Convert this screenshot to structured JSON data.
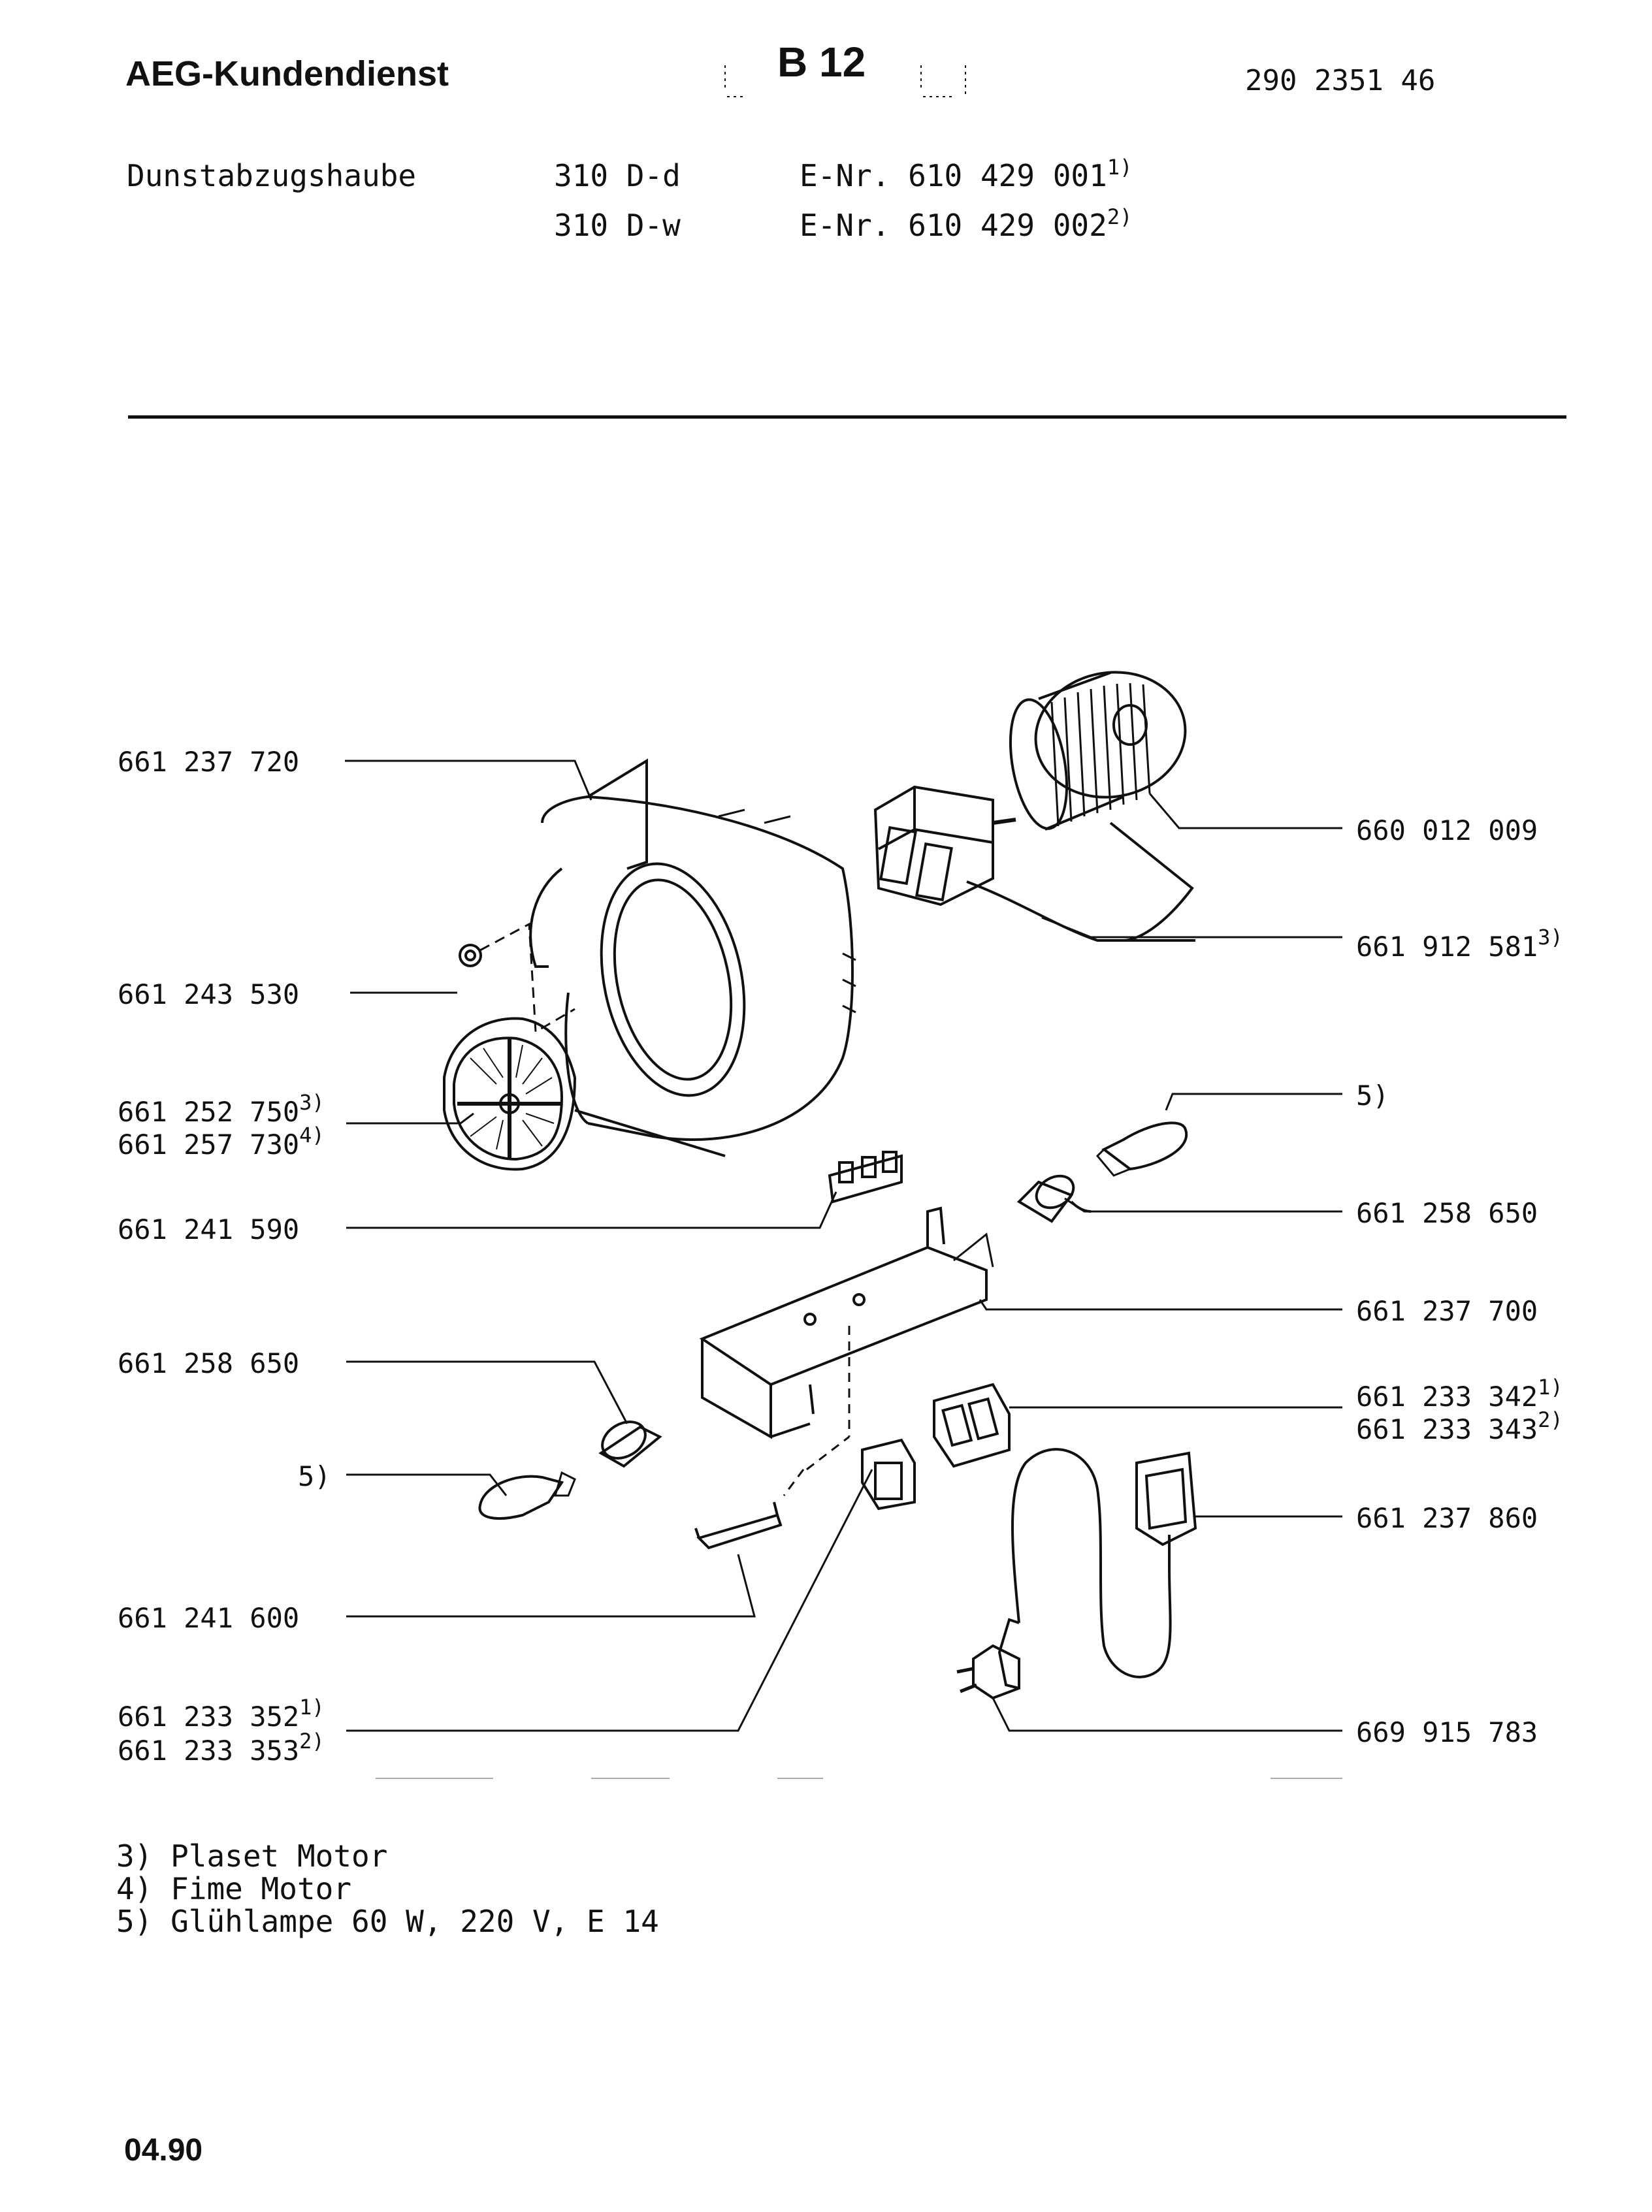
{
  "header": {
    "brand": "AEG-Kundendienst",
    "sheet_code": "B 12",
    "document_number": "290 2351 46"
  },
  "product": {
    "name": "Dunstabzugshaube",
    "variants": [
      {
        "model": "310 D-d",
        "enr": "E-Nr. 610 429 001",
        "note": "1)"
      },
      {
        "model": "310 D-w",
        "enr": "E-Nr. 610 429 002",
        "note": "2)"
      }
    ]
  },
  "parts_left": [
    {
      "number": "661 237 720",
      "note": ""
    },
    {
      "number": "661 243 530",
      "note": ""
    },
    {
      "number": "661 252 750",
      "note": "3)"
    },
    {
      "number": "661 257 730",
      "note": "4)"
    },
    {
      "number": "661 241 590",
      "note": ""
    },
    {
      "number": "661 258 650",
      "note": ""
    },
    {
      "number": "",
      "note": "5)"
    },
    {
      "number": "661 241 600",
      "note": ""
    },
    {
      "number": "661 233 352",
      "note": "1)"
    },
    {
      "number": "661 233 353",
      "note": "2)"
    }
  ],
  "parts_right": [
    {
      "number": "660 012 009",
      "note": ""
    },
    {
      "number": "661 912 581",
      "note": "3)"
    },
    {
      "number": "",
      "note": "5)"
    },
    {
      "number": "661 258 650",
      "note": ""
    },
    {
      "number": "661 237 700",
      "note": ""
    },
    {
      "number": "661 233 342",
      "note": "1)"
    },
    {
      "number": "661 233 343",
      "note": "2)"
    },
    {
      "number": "661 237 860",
      "note": ""
    },
    {
      "number": "669 915 783",
      "note": ""
    }
  ],
  "footnotes": [
    "3) Plaset Motor",
    "4) Fime Motor",
    "5) Glühlampe 60 W, 220 V, E 14"
  ],
  "date": "04.90"
}
